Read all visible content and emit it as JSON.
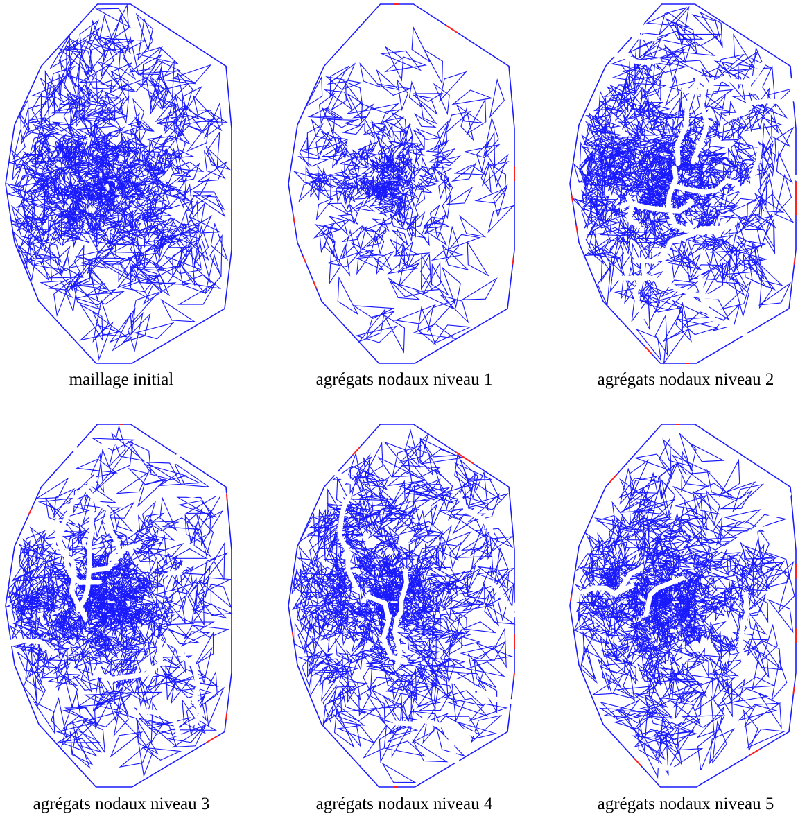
{
  "figure": {
    "colors": {
      "mesh": "#1a1aff",
      "boundary_marker": "#ff2020",
      "background": "#ffffff"
    },
    "panels": [
      {
        "id": "p0",
        "caption": "maillage initial",
        "level": 0
      },
      {
        "id": "p1",
        "caption": "agrégats nodaux niveau 1",
        "level": 1
      },
      {
        "id": "p2",
        "caption": "agrégats nodaux niveau 2",
        "level": 2
      },
      {
        "id": "p3",
        "caption": "agrégats nodaux niveau 3",
        "level": 3
      },
      {
        "id": "p4",
        "caption": "agrégats nodaux niveau 4",
        "level": 4
      },
      {
        "id": "p5",
        "caption": "agrégats nodaux niveau 5",
        "level": 5
      }
    ]
  }
}
